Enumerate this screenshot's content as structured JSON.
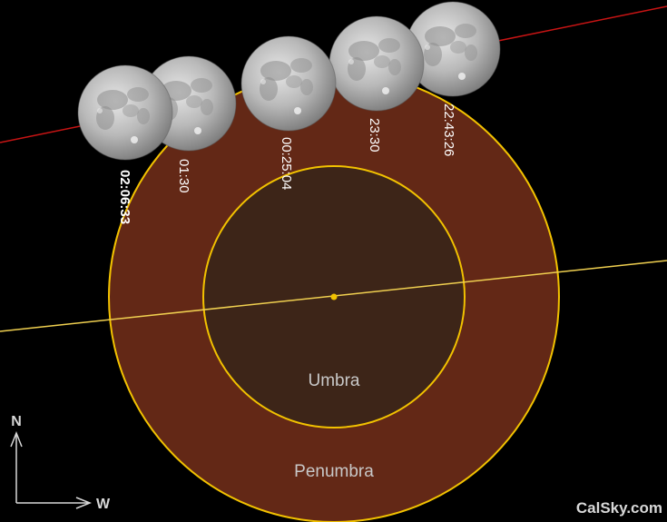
{
  "diagram": {
    "umbra_label": "Umbra",
    "penumbra_label": "Penumbra",
    "moon_times": [
      "02:06:33",
      "01:30",
      "00:25:04",
      "23:30",
      "22:43:26"
    ],
    "compass": {
      "north": "N",
      "west": "W"
    },
    "credit": "CalSky.com"
  },
  "colors": {
    "background": "#000000",
    "penumbra_fill": "#632816",
    "umbra_fill": "#3d2518",
    "shadow_outline": "#f2c200",
    "ecliptic_line": "#f0d050",
    "moon_path_line": "#c81414",
    "time_label": "#ffffff",
    "shadow_label": "#c8c8c8"
  }
}
